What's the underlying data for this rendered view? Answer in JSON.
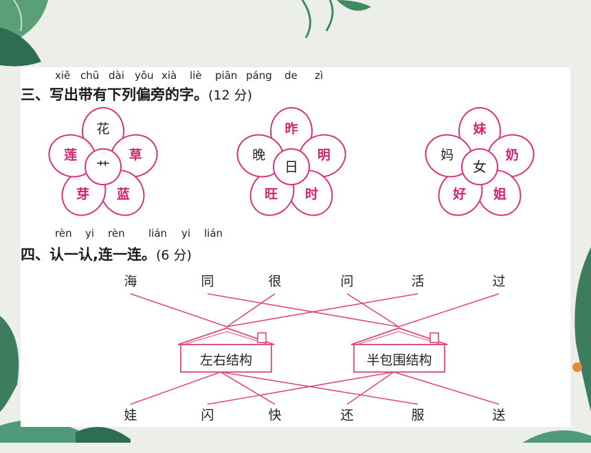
{
  "section3": {
    "pinyin": [
      "xiě",
      "chū",
      "dài",
      "yǒu",
      "xià",
      "liè",
      "piān",
      "páng",
      "de",
      "zì"
    ],
    "title": "三、写出带有下列偏旁的字。",
    "score": "(12 分)"
  },
  "flowers": [
    {
      "center": "艹",
      "petals": [
        "花",
        "草",
        "蓝",
        "芽",
        "莲"
      ],
      "black": [
        0
      ]
    },
    {
      "center": "日",
      "petals": [
        "昨",
        "明",
        "时",
        "旺",
        "晚"
      ],
      "black": [
        4
      ]
    },
    {
      "center": "女",
      "petals": [
        "妹",
        "奶",
        "姐",
        "好",
        "妈"
      ],
      "black": [
        4
      ]
    }
  ],
  "section4": {
    "pinyin": [
      "rèn",
      "yi",
      "rèn",
      "lián",
      "yi",
      "lián"
    ],
    "title": "四、认一认,连一连。",
    "score": "(6 分)"
  },
  "matching": {
    "top_words": [
      "海",
      "同",
      "很",
      "问",
      "活",
      "过"
    ],
    "bottom_words": [
      "娃",
      "闪",
      "快",
      "还",
      "服",
      "送"
    ],
    "houses": [
      "左右结构",
      "半包围结构"
    ],
    "top_links": [
      [
        0,
        0
      ],
      [
        1,
        1
      ],
      [
        2,
        0
      ],
      [
        3,
        1
      ],
      [
        4,
        0
      ],
      [
        5,
        1
      ]
    ],
    "bottom_links": [
      [
        0,
        0
      ],
      [
        1,
        1
      ],
      [
        2,
        0
      ],
      [
        3,
        1
      ],
      [
        4,
        0
      ],
      [
        5,
        1
      ]
    ]
  },
  "colors": {
    "accent": "#d9327a",
    "line": "#e0457f",
    "leaf": "#4f9a78"
  }
}
